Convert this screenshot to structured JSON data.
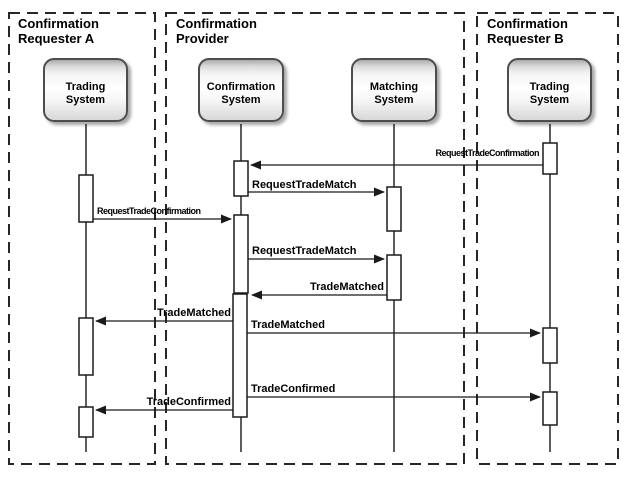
{
  "diagram": {
    "type": "uml-sequence-diagram",
    "colors": {
      "line": "#1a1a1a",
      "node_border": "#4d4d4d",
      "background": "#ffffff"
    },
    "frames": [
      {
        "id": "requester-a",
        "line1": "Confirmation",
        "line2": "Requester A"
      },
      {
        "id": "provider",
        "line1": "Confirmation",
        "line2": "Provider"
      },
      {
        "id": "requester-b",
        "line1": "Confirmation",
        "line2": "Requester B"
      }
    ],
    "lifelines": [
      {
        "id": "trading-system-a",
        "line1": "Trading",
        "line2": "System",
        "frame": "Confirmation Requester A"
      },
      {
        "id": "confirmation-system",
        "line1": "Confirmation",
        "line2": "System",
        "frame": "Confirmation Provider"
      },
      {
        "id": "matching-system",
        "line1": "Matching",
        "line2": "System",
        "frame": "Confirmation Provider"
      },
      {
        "id": "trading-system-b",
        "line1": "Trading",
        "line2": "System",
        "frame": "Confirmation Requester B"
      }
    ],
    "messages": [
      {
        "label": "RequestTradeConfirmation",
        "from": "Trading System (Requester B)",
        "to": "Confirmation System"
      },
      {
        "label": "RequestTradeMatch",
        "from": "Confirmation System",
        "to": "Matching System"
      },
      {
        "label": "RequestTradeConfirmation",
        "from": "Trading System (Requester A)",
        "to": "Confirmation System"
      },
      {
        "label": "RequestTradeMatch",
        "from": "Confirmation System",
        "to": "Matching System"
      },
      {
        "label": "TradeMatched",
        "from": "Matching System",
        "to": "Confirmation System"
      },
      {
        "label": "TradeMatched",
        "from": "Confirmation System",
        "to": "Trading System (Requester A)"
      },
      {
        "label": "TradeMatched",
        "from": "Confirmation System",
        "to": "Trading System (Requester B)"
      },
      {
        "label": "TradeConfirmed",
        "from": "Confirmation System",
        "to": "Trading System (Requester B)"
      },
      {
        "label": "TradeConfirmed",
        "from": "Confirmation System",
        "to": "Trading System (Requester A)"
      }
    ]
  }
}
